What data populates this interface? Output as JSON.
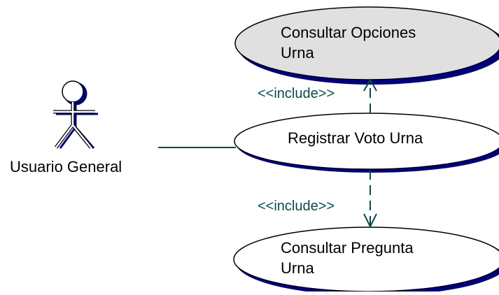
{
  "actor": {
    "name": "Usuario General",
    "icon": "stick-figure-icon"
  },
  "use_cases": {
    "consultar_opciones": {
      "line1": "Consultar Opciones",
      "line2": "Urna"
    },
    "registrar_voto": {
      "label": "Registrar Voto Urna"
    },
    "consultar_pregunta": {
      "line1": "Consultar Pregunta",
      "line2": "Urna"
    }
  },
  "relations": {
    "include_top": "<<include>>",
    "include_bottom": "<<include>>"
  },
  "colors": {
    "outline": "#000000",
    "shadow": "#000080",
    "connector": "#0b4a4a",
    "highlighted_fill": "#e0e0e0",
    "normal_fill": "#ffffff"
  }
}
